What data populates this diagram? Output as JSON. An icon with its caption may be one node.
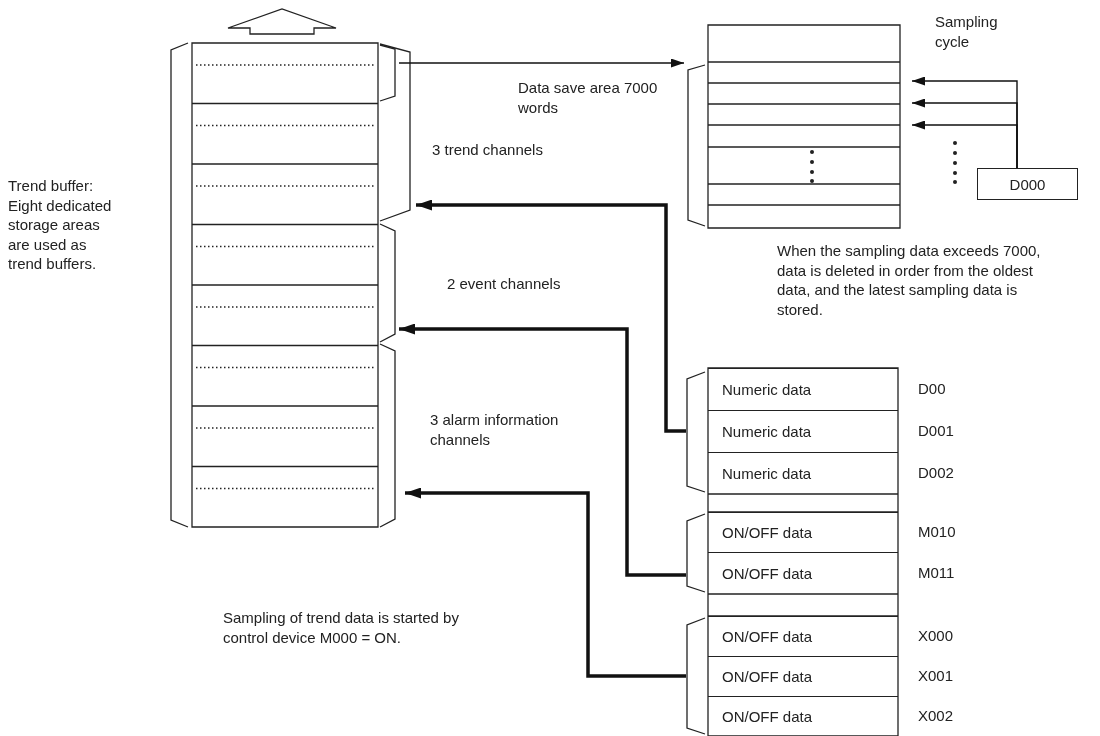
{
  "diagram": {
    "nodes": [
      {
        "text": [],
        "shape": "box"
      },
      {
        "text": [],
        "shape": "box",
        "beside": [
          "3 trend channels"
        ]
      },
      {
        "text": [],
        "shape": "box",
        "in": 1
      },
      {
        "text": [],
        "shape": "box",
        "beside": [
          "2 event channels"
        ]
      },
      {
        "text": [],
        "shape": "box",
        "beside": [
          "3 alarm information channels"
        ]
      },
      {
        "text": [],
        "shape": "box"
      },
      {
        "text": [
          "D000"
        ]
      },
      {
        "text": [],
        "shape": "box"
      },
      {
        "text": [],
        "shape": "box",
        "in": 7
      },
      {
        "text": [
          "Numeric data"
        ],
        "in": 8,
        "beside": [
          "D00"
        ]
      },
      {
        "text": [
          "Numeric data"
        ],
        "in": 8,
        "beside": [
          "D001"
        ]
      },
      {
        "text": [
          "Numeric data"
        ],
        "in": 8,
        "beside": [
          "D002"
        ]
      },
      {
        "text": [],
        "shape": "box",
        "in": 7
      },
      {
        "text": [],
        "shape": "box",
        "in": 7
      },
      {
        "text": [
          "ON/OFF data"
        ],
        "in": 13,
        "beside": [
          "M010"
        ]
      },
      {
        "text": [
          "ON/OFF data"
        ],
        "in": 13,
        "beside": [
          "M011"
        ]
      },
      {
        "text": [],
        "shape": "box",
        "in": 7
      },
      {
        "text": [],
        "shape": "box",
        "in": 7
      },
      {
        "text": [
          "ON/OFF data"
        ],
        "in": 17,
        "beside": [
          "X000"
        ]
      },
      {
        "text": [
          "ON/OFF data"
        ],
        "in": 17,
        "beside": [
          "X001"
        ]
      },
      {
        "text": [
          "ON/OFF data"
        ],
        "in": 17,
        "beside": [
          "X002"
        ]
      }
    ],
    "edges": [
      {
        "from": 2,
        "to": 5,
        "arrow": "to",
        "label": "Data save area 7000 words"
      },
      {
        "from": 6,
        "to": 5,
        "arrow": "to"
      },
      {
        "from": 6,
        "to": 5,
        "arrow": "to"
      },
      {
        "from": 6,
        "to": 5,
        "arrow": "to"
      },
      {
        "from": 8,
        "to": 1,
        "arrow": "to",
        "style": "thick"
      },
      {
        "from": 13,
        "to": 3,
        "arrow": "to",
        "style": "thick"
      },
      {
        "from": 17,
        "to": 4,
        "arrow": "to",
        "style": "thick"
      }
    ],
    "labels": [
      "Sampling cycle",
      "Trend buffer: Eight dedicated storage areas are used as trend buffers.",
      "When the sampling data exceeds 7000, data is deleted in order from the oldest data, and the latest sampling data is stored.",
      "Sampling of trend data is started by control device M000 = ON."
    ]
  }
}
